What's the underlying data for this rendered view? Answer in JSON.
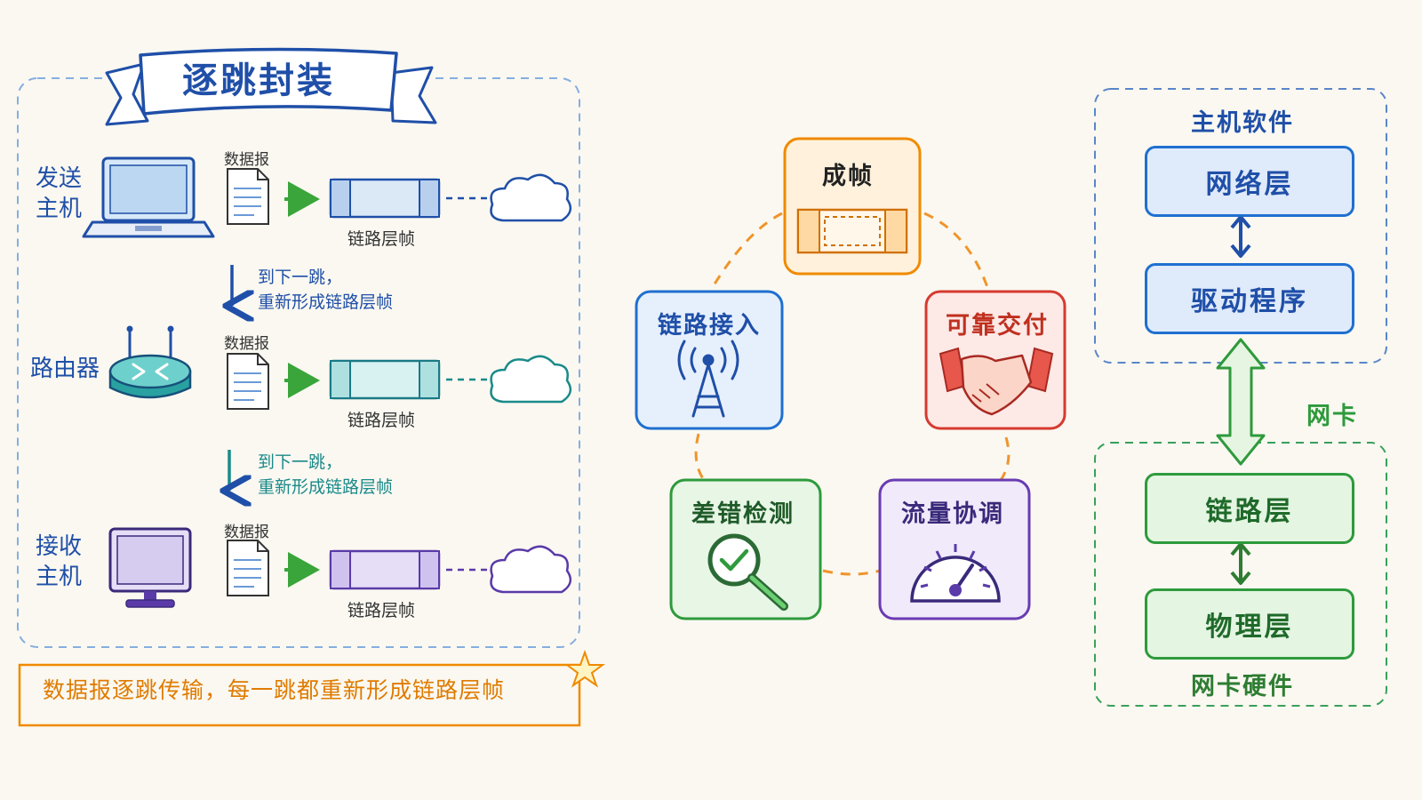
{
  "title": "逐跳封装",
  "encapsulation": {
    "rows": [
      {
        "device": "发送\n主机",
        "datagram": "数据报",
        "frame": "链路层帧"
      },
      {
        "device": "路由器",
        "datagram": "数据报",
        "frame": "链路层帧"
      },
      {
        "device": "接收\n主机",
        "datagram": "数据报",
        "frame": "链路层帧"
      }
    ],
    "hops": [
      "到下一跳，\n重新形成链路层帧",
      "到下一跳，\n重新形成链路层帧"
    ],
    "caption": "数据报逐跳传输，每一跳都重新形成链路层帧"
  },
  "services": [
    {
      "id": "framing",
      "label": "成帧",
      "color": "#f08a00",
      "fill": "#fff1dc",
      "icon": "frame-icon"
    },
    {
      "id": "link-access",
      "label": "链路接入",
      "color": "#1f6fd0",
      "fill": "#e6f0fc",
      "icon": "antenna-tower-icon"
    },
    {
      "id": "reliable",
      "label": "可靠交付",
      "color": "#d63a2f",
      "fill": "#fde9e6",
      "icon": "handshake-icon"
    },
    {
      "id": "error",
      "label": "差错检测",
      "color": "#2e9a3c",
      "fill": "#e8f6e6",
      "icon": "magnifier-check-icon"
    },
    {
      "id": "flow",
      "label": "流量协调",
      "color": "#6a3bb3",
      "fill": "#f0eafa",
      "icon": "speedometer-icon"
    }
  ],
  "stack": {
    "host_software": "主机软件",
    "network_layer": "网络层",
    "driver": "驱动程序",
    "nic": "网卡",
    "link_layer": "链路层",
    "physical_layer": "物理层",
    "nic_hardware": "网卡硬件"
  },
  "colors": {
    "blue": "#1f4fa8",
    "teal": "#1a8a8a",
    "purple": "#5a3aa8",
    "green": "#2e9a3c",
    "orange": "#f08a00",
    "red": "#d63a2f"
  }
}
